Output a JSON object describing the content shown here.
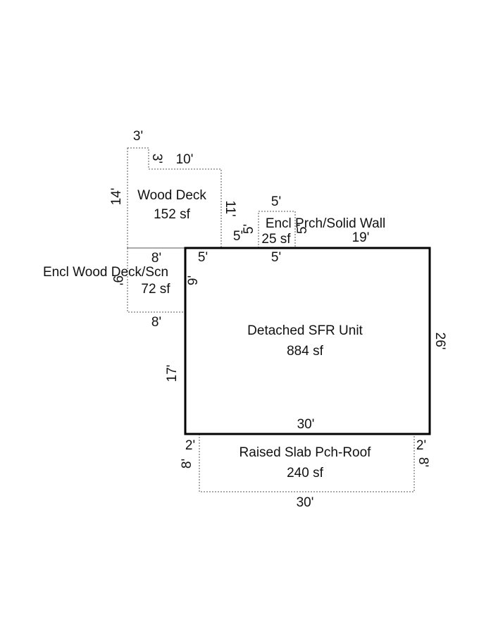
{
  "areas": {
    "main": {
      "name": "Detached SFR Unit",
      "area": "884 sf"
    },
    "wood_deck": {
      "name": "Wood Deck",
      "area": "152 sf"
    },
    "encl_deck": {
      "name": "Encl Wood Deck/Scn",
      "area": "72 sf"
    },
    "encl_porch": {
      "name": "Encl Prch/Solid Wall",
      "area": "25 sf"
    },
    "slab_porch": {
      "name": "Raised Slab Pch-Roof",
      "area": "240 sf"
    }
  },
  "dims": {
    "deck_notch_top": "3'",
    "deck_notch_side": "3'",
    "deck_top": "10'",
    "deck_left": "14'",
    "deck_right": "11'",
    "encl_deck_top": "8'",
    "encl_deck_bottom": "8'",
    "encl_deck_left": "9'",
    "encl_deck_right": "9'",
    "main_top_a": "5'",
    "main_top_b": "5'",
    "main_top_c": "19'",
    "main_right": "26'",
    "main_left": "17'",
    "main_bottom": "30'",
    "porch_top": "5'",
    "porch_left": "5'",
    "porch_left_small": "5'",
    "porch_right": "5'",
    "slab_left_top": "2'",
    "slab_left": "8'",
    "slab_right_top": "2'",
    "slab_right": "8'",
    "slab_bottom": "30'"
  }
}
